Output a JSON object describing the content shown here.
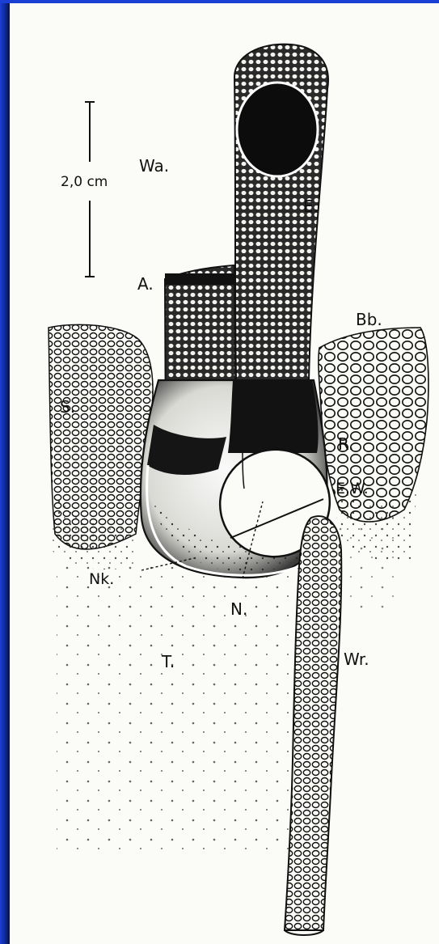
{
  "scale_bar": {
    "label": "2,0 cm"
  },
  "labels": {
    "wa": "Wa.",
    "e": "E.",
    "a": "A.",
    "bb": "Bb.",
    "s": "S.",
    "r": "R.",
    "ew": "E.W.",
    "nk": "Nk.",
    "n": "N.",
    "t": "T.",
    "wr": "Wr."
  }
}
